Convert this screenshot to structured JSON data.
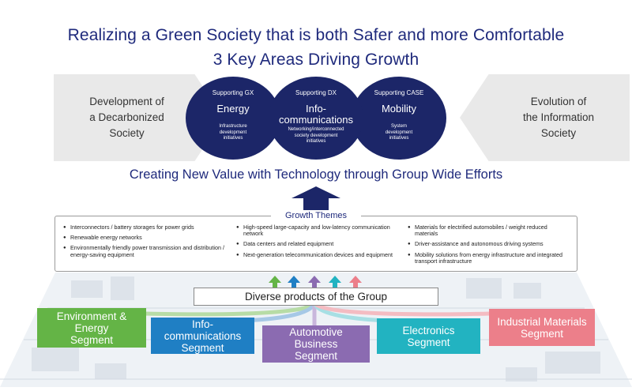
{
  "header": {
    "title_line1": "Realizing a Green Society that is both Safer and more Comfortable",
    "title_line2": "3 Key Areas Driving Growth"
  },
  "sides": {
    "left": "Development of\na Decarbonized\nSociety",
    "right": "Evolution of\nthe Information\nSociety"
  },
  "areas": [
    {
      "support": "Supporting GX",
      "name": "Energy",
      "desc": "Infrastructure\ndevelopment\ninitiatives"
    },
    {
      "support": "Supporting DX",
      "name": "Info-\ncommunications",
      "desc": "Networking/interconnected\nsociety development\ninitiatives"
    },
    {
      "support": "Supporting CASE",
      "name": "Mobility",
      "desc": "System\ndevelopment\ninitiatives"
    }
  ],
  "new_value": "Creating New Value with Technology through Group Wide Efforts",
  "growth_themes": {
    "title": "Growth Themes",
    "columns": [
      [
        "Interconnectors / battery storages for power grids",
        "Renewable energy networks",
        "Environmentally friendly power transmission and distribution / energy-saving equipment"
      ],
      [
        "High-speed large-capacity and low-latency communication network",
        "Data centers and related equipment",
        "Next-generation telecommunication devices and equipment"
      ],
      [
        "Materials for electrified automobiles / weight reduced materials",
        "Driver-assistance and autonomous driving systems",
        "Mobility solutions from energy infrastructure and integrated transport infrastructure"
      ]
    ]
  },
  "diverse_products": "Diverse products of the Group",
  "segments": [
    {
      "label": "Environment &\nEnergy\nSegment",
      "color": "#64b446"
    },
    {
      "label": "Info-\ncommunications\nSegment",
      "color": "#1f7fc4"
    },
    {
      "label": "Automotive\nBusiness\nSegment",
      "color": "#8b6bb1"
    },
    {
      "label": "Electronics\nSegment",
      "color": "#22b3c1"
    },
    {
      "label": "Industrial Materials\nSegment",
      "color": "#ec7f8a"
    }
  ],
  "colors": {
    "navy": "#1c2668",
    "title_text": "#1f2a7c",
    "side_gray": "#e9e9e9"
  }
}
